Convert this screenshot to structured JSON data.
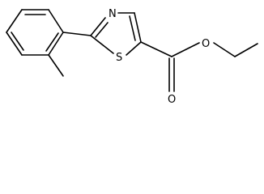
{
  "molecule": {
    "atoms": {
      "nitrogen": "N",
      "sulfur": "S",
      "carbonyl_oxygen": "O",
      "ester_oxygen": "O"
    }
  },
  "colors": {
    "bond": "#000000",
    "label": "#000000",
    "background": "#ffffff"
  }
}
